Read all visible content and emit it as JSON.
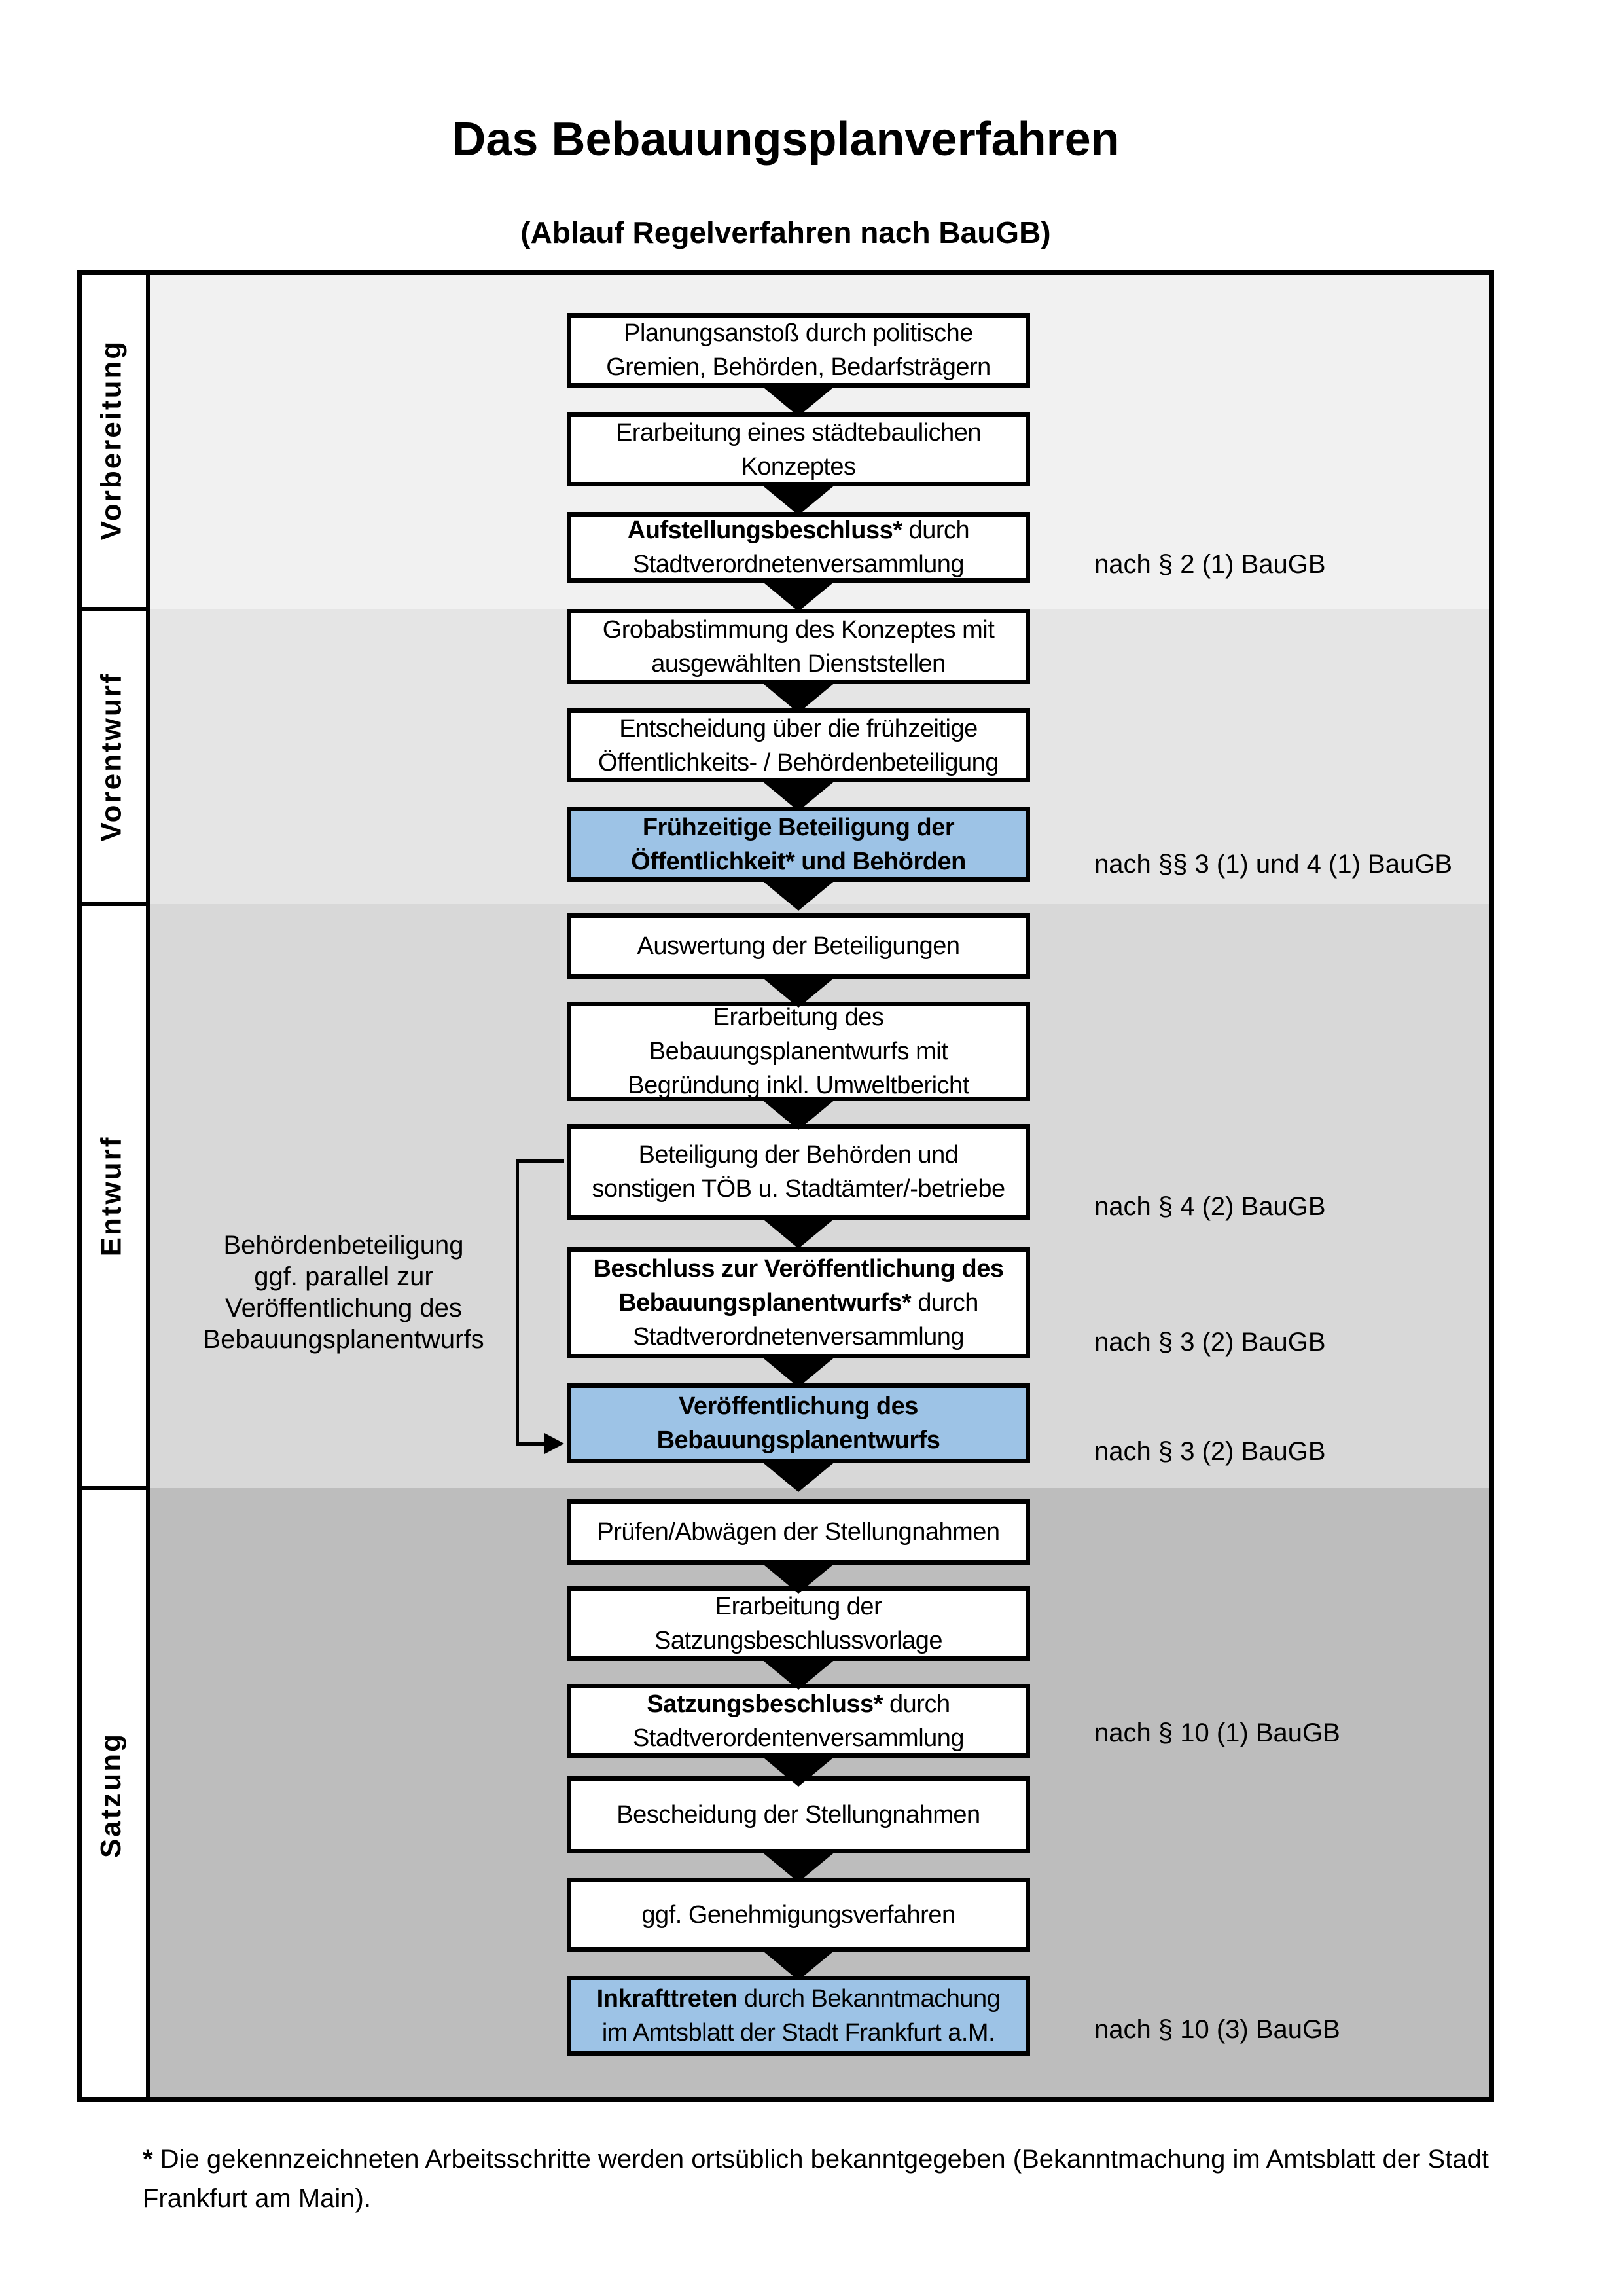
{
  "title": "Das Bebauungsplanverfahren",
  "subtitle": "(Ablauf Regelverfahren nach BauGB)",
  "phases": [
    {
      "label": "Vorbereitung"
    },
    {
      "label": "Vorentwurf"
    },
    {
      "label": "Entwurf"
    },
    {
      "label": "Satzung"
    }
  ],
  "steps": [
    {
      "id": "planungsanstoss",
      "highlight": false,
      "lines": [
        [
          {
            "t": "Planungsanstoß durch politische"
          }
        ],
        [
          {
            "t": "Gremien, Behörden, Bedarfsträgern"
          }
        ]
      ]
    },
    {
      "id": "staedtebauliches-konzept",
      "highlight": false,
      "lines": [
        [
          {
            "t": "Erarbeitung eines städtebaulichen"
          }
        ],
        [
          {
            "t": "Konzeptes"
          }
        ]
      ]
    },
    {
      "id": "aufstellungsbeschluss",
      "highlight": false,
      "lines": [
        [
          {
            "t": "Aufstellungsbeschluss*",
            "b": true
          },
          {
            "t": " durch"
          }
        ],
        [
          {
            "t": "Stadtverordnetenversammlung"
          }
        ]
      ]
    },
    {
      "id": "grobabstimmung",
      "highlight": false,
      "lines": [
        [
          {
            "t": "Grobabstimmung des Konzeptes mit"
          }
        ],
        [
          {
            "t": "ausgewählten Dienststellen"
          }
        ]
      ]
    },
    {
      "id": "entscheidung-fruehzeitige-beteiligung",
      "highlight": false,
      "lines": [
        [
          {
            "t": "Entscheidung über die frühzeitige"
          }
        ],
        [
          {
            "t": "Öffentlichkeits- / Behördenbeteiligung"
          }
        ]
      ]
    },
    {
      "id": "fruehzeitige-beteiligung",
      "highlight": true,
      "lines": [
        [
          {
            "t": "Frühzeitige Beteiligung der",
            "b": true
          }
        ],
        [
          {
            "t": "Öffentlichkeit* und Behörden",
            "b": true
          }
        ]
      ]
    },
    {
      "id": "auswertung-beteiligungen",
      "highlight": false,
      "lines": [
        [
          {
            "t": "Auswertung der Beteiligungen"
          }
        ]
      ]
    },
    {
      "id": "erarbeitung-bebauungsplanentwurf",
      "highlight": false,
      "lines": [
        [
          {
            "t": "Erarbeitung des"
          }
        ],
        [
          {
            "t": "Bebauungsplanentwurfs mit"
          }
        ],
        [
          {
            "t": "Begründung inkl. Umweltbericht"
          }
        ]
      ]
    },
    {
      "id": "beteiligung-behoerden-toeb",
      "highlight": false,
      "lines": [
        [
          {
            "t": "Beteiligung der Behörden und"
          }
        ],
        [
          {
            "t": "sonstigen TÖB u. Stadtämter/-betriebe"
          }
        ]
      ]
    },
    {
      "id": "beschluss-veroeffentlichung",
      "highlight": false,
      "lines": [
        [
          {
            "t": "Beschluss zur Veröffentlichung des",
            "b": true
          }
        ],
        [
          {
            "t": "Bebauungsplanentwurfs*",
            "b": true
          },
          {
            "t": " durch"
          }
        ],
        [
          {
            "t": "Stadtverordnetenversammlung"
          }
        ]
      ]
    },
    {
      "id": "veroeffentlichung-entwurf",
      "highlight": true,
      "lines": [
        [
          {
            "t": "Veröffentlichung des",
            "b": true
          }
        ],
        [
          {
            "t": "Bebauungsplanentwurfs",
            "b": true
          }
        ]
      ]
    },
    {
      "id": "pruefen-abwaegen",
      "highlight": false,
      "lines": [
        [
          {
            "t": "Prüfen/Abwägen der Stellungnahmen"
          }
        ]
      ]
    },
    {
      "id": "satzungsbeschlussvorlage",
      "highlight": false,
      "lines": [
        [
          {
            "t": "Erarbeitung der"
          }
        ],
        [
          {
            "t": "Satzungsbeschlussvorlage"
          }
        ]
      ]
    },
    {
      "id": "satzungsbeschluss",
      "highlight": false,
      "lines": [
        [
          {
            "t": "Satzungsbeschluss*",
            "b": true
          },
          {
            "t": " durch"
          }
        ],
        [
          {
            "t": "Stadtverordentenversammlung"
          }
        ]
      ]
    },
    {
      "id": "bescheidung-stellungnahmen",
      "highlight": false,
      "lines": [
        [
          {
            "t": "Bescheidung der Stellungnahmen"
          }
        ]
      ]
    },
    {
      "id": "genehmigungsverfahren",
      "highlight": false,
      "lines": [
        [
          {
            "t": "ggf. Genehmigungsverfahren"
          }
        ]
      ]
    },
    {
      "id": "inkrafttreten",
      "highlight": true,
      "lines": [
        [
          {
            "t": "Inkrafttreten",
            "b": true
          },
          {
            "t": " durch Bekanntmachung"
          }
        ],
        [
          {
            "t": "im Amtsblatt der Stadt Frankfurt a.M."
          }
        ]
      ]
    }
  ],
  "legal_refs": [
    {
      "text": "nach § 2 (1) BauGB"
    },
    {
      "text": "nach §§ 3 (1) und 4 (1) BauGB"
    },
    {
      "text": "nach § 4 (2) BauGB"
    },
    {
      "text": "nach § 3 (2) BauGB"
    },
    {
      "text": "nach § 3 (2) BauGB"
    },
    {
      "text": "nach § 10 (1) BauGB"
    },
    {
      "text": "nach § 10 (3) BauGB"
    }
  ],
  "side_note_lines": [
    "Behördenbeteiligung",
    "ggf. parallel zur",
    "Veröffentlichung des",
    "Bebauungsplanentwurfs"
  ],
  "footnote": {
    "marker": "*",
    "line1": "Die gekennzeichneten Arbeitsschritte werden ortsüblich bekanntgegeben (Bekanntmachung im Amtsblatt  der Stadt",
    "line2": "Frankfurt am Main)."
  },
  "colors": {
    "highlight_box": "#9dc3e6",
    "band_vorbereitung": "#f1f1f1",
    "band_vorentwurf": "#e5e5e5",
    "band_entwurf": "#d8d8d8",
    "band_satzung": "#bdbdbd"
  }
}
